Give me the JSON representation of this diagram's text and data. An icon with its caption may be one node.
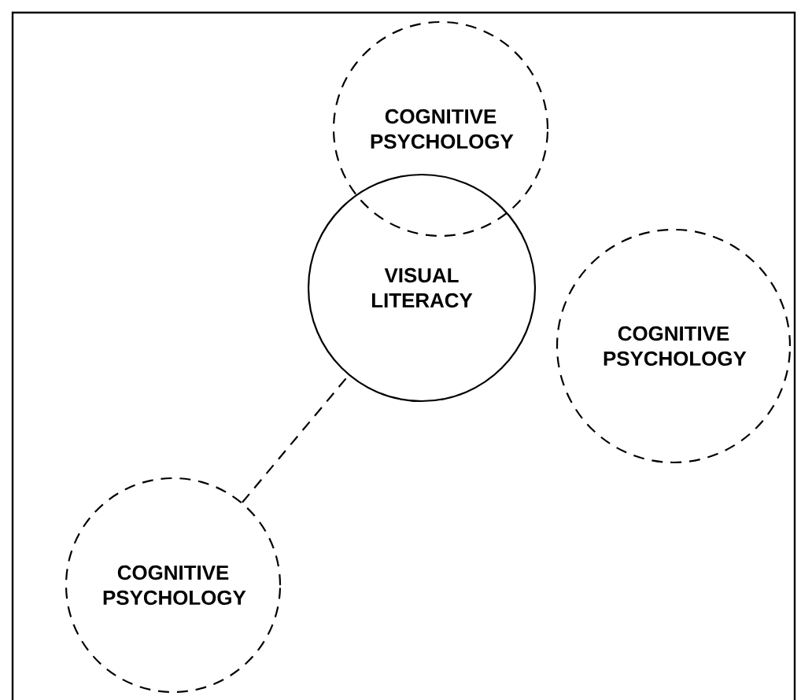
{
  "diagram": {
    "nodes": [
      {
        "text": [
          "COGNITIVE PSYCHOLOGY"
        ]
      },
      {
        "text": [
          "VISUAL LITERACY"
        ]
      },
      {
        "text": [
          "COGNITIVE PSYCHOLOGY"
        ]
      },
      {
        "text": [
          "COGNITIVE PSYCHOLOGY"
        ]
      }
    ],
    "edges": [
      {
        "from": 3,
        "to": 1,
        "arrow": "none",
        "style": "dashed"
      }
    ]
  }
}
